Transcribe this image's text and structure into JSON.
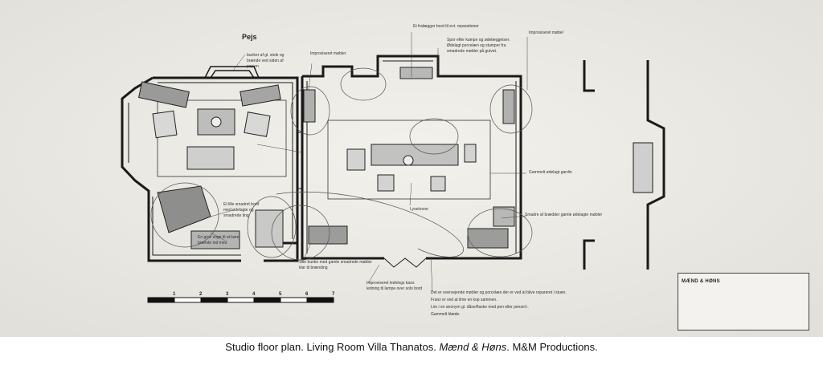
{
  "labels": {
    "pejs": "Pejs",
    "pejs_note": "bunker af gl. stole og brænde ved siden af pejsen",
    "improviseret_mobler": "Improviseret møbler",
    "fraleggerbord": "Et fralægger bord til evt. reparationer",
    "spor": "Spor efter kampe og ødelæggelser. Ødelagt porcelæn og stumper fra smadrede møbler på gulvet.",
    "improviseret_mobel": "Improviseret møbel",
    "et_lille": "Et lille smadret bord med ødelagte og smadrede ting",
    "en_grov": "En grov vogn til at køre brænde ind med",
    "lysekrone": "Lysekrone",
    "gammel_gardin": "Gammelt ødelagt gardin",
    "smadre": "Smadre af brædder gamle ødelagte møbler",
    "stor_bunke": "Stor bunke med gamle smadrede møbler klar til brænding",
    "improviseret_ledning": "Improviseret lednings kaos ledning til lampe over solo bord",
    "bottom_note_1": "Det er overvejende møbler og porcelæn der er ved at blive repareret i stuen.",
    "bottom_note_2": "Franz er ved at lime en kop sammen.",
    "bottom_note_3": "Lim i en anonym gl. dåse/flaske med pen eller pensel i.",
    "bottom_note_4": "Gammelt klæde."
  },
  "scale": [
    "1",
    "2",
    "3",
    "4",
    "5",
    "6",
    "7"
  ],
  "titleblock": {
    "brand": "MÆND & HØNS"
  },
  "caption": {
    "part1": "Studio floor plan. Living Room Villa Thanatos. ",
    "part2": "Mænd & Høns",
    "part3": ". M&M Productions."
  }
}
